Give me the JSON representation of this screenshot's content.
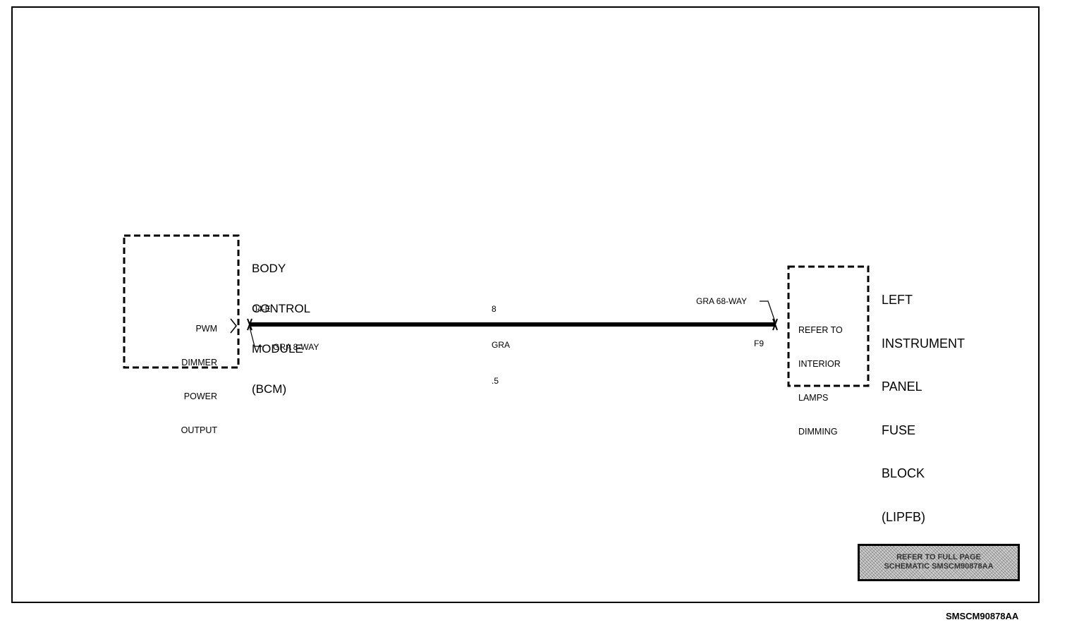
{
  "bcm": {
    "title_lines": [
      "BODY",
      "CONTROL",
      "MODULE",
      "(BCM)"
    ],
    "pin_label_lines": [
      "PWM",
      "DIMMER",
      "POWER",
      "OUTPUT"
    ],
    "connector_cavity": "J4-E",
    "connector_desc": "GRA 8-WAY"
  },
  "wire": {
    "circuit": "8",
    "color": "GRA",
    "gauge": ".5"
  },
  "fuse_block": {
    "title_lines": [
      "LEFT",
      "INSTRUMENT",
      "PANEL",
      "FUSE",
      "BLOCK",
      "(LIPFB)"
    ],
    "connector_desc": "GRA 68-WAY",
    "cavity": "F9",
    "refer_lines": [
      "REFER TO",
      "INTERIOR",
      "LAMPS",
      "DIMMING"
    ]
  },
  "stamp": {
    "lines": [
      "REFER TO FULL PAGE",
      "SCHEMATIC SMSCM90878AA"
    ]
  },
  "figure_code": "SMSCM90878AA"
}
